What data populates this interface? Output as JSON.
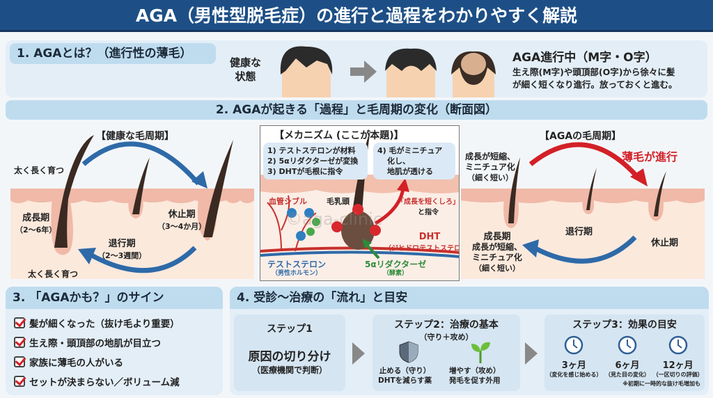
{
  "title": "AGA（男性型脱毛症）の進行と過程をわかりやすく解説",
  "s1": {
    "heading": "1. AGAとは？（進行性の薄毛）",
    "healthy_line1": "健康な",
    "healthy_line2": "状態",
    "progress_title": "AGA進行中（M字・O字）",
    "desc_line1": "生え際(M字)や頭頂部(O字)から徐々に髪",
    "desc_line2": "が細く短くなり進行。放っておくと進む。"
  },
  "s2": {
    "heading": "2. AGAが起きる「過程」と毛周期の変化（断面図）",
    "healthy": {
      "title": "【健康な毛周期】",
      "grow_top": "太く長く育つ",
      "grow_bottom": "太く長く育つ",
      "anagen": "成長期",
      "anagen_dur": "（2〜6年）",
      "catagen": "退行期",
      "catagen_dur": "（2〜3週間）",
      "telogen": "休止期",
      "telogen_dur": "（3〜4か月）"
    },
    "mechanism": {
      "title": "【メカニズム (ここが本題)】",
      "step1": "1) テストステロンが材料",
      "step2": "2) 5αリダクターゼが変換",
      "step3": "3) DHTが毛根に指令",
      "step4_l1": "4) 毛がミニチュア",
      "step4_l2": "化し、",
      "step4_l3": "地肌が透ける",
      "blood": "血管シブル",
      "papilla": "毛乳頭",
      "order_l1": "「成長を短くしろ」",
      "order_l2": "と指令",
      "dht": "DHT",
      "dht_full": "（ジヒドロテストステロン）",
      "testo": "テストステロン",
      "testo_sub": "（男性ホルモン）",
      "enzyme": "5αリダクターゼ",
      "enzyme_sub": "（酵素）",
      "watermark": "©aga-clinic"
    },
    "aga": {
      "title": "【AGAの毛周期】",
      "top_l1": "成長が短縮、",
      "top_l2": "ミニチュア化",
      "top_l3": "（細く短い）",
      "progress": "薄毛が進行",
      "catagen": "退行期",
      "telogen": "休止期",
      "anagen": "成長期",
      "bot_l1": "成長が短縮、",
      "bot_l2": "ミニチュア化",
      "bot_l3": "（細く短い）"
    }
  },
  "s3": {
    "heading": "3. 「AGAかも？」のサイン",
    "items": [
      "髪が細くなった（抜け毛より重要）",
      "生え際・頭頂部の地肌が目立つ",
      "家族に薄毛の人がいる",
      "セットが決まらない／ボリューム減"
    ]
  },
  "s4": {
    "heading": "4. 受診〜治療の「流れ」と目安",
    "step1": {
      "title": "ステップ1",
      "main": "原因の切り分け",
      "sub": "（医療機関で判断）"
    },
    "step2": {
      "title": "ステップ2：治療の基本",
      "sub": "（守り＋攻め）",
      "defend_l1": "止める（守り）",
      "defend_l2": "DHTを減らす薬",
      "attack_l1": "増やす（攻め）",
      "attack_l2": "発毛を促す外用"
    },
    "step3": {
      "title": "ステップ3：効果の目安",
      "marks": [
        {
          "t": "3ヶ月",
          "d": "（変化を感じ始める）"
        },
        {
          "t": "6ヶ月",
          "d": "（見た目の変化）"
        },
        {
          "t": "12ヶ月",
          "d": "（一区切りの評価）"
        }
      ],
      "note": "※初期に一時的な抜け毛増加も"
    }
  },
  "colors": {
    "title_bg": "#1d4f86",
    "panel": "#e3eef7",
    "header": "#bfdcef",
    "red": "#d32027",
    "blue": "#2e6aa8",
    "green": "#2e8b3a"
  }
}
